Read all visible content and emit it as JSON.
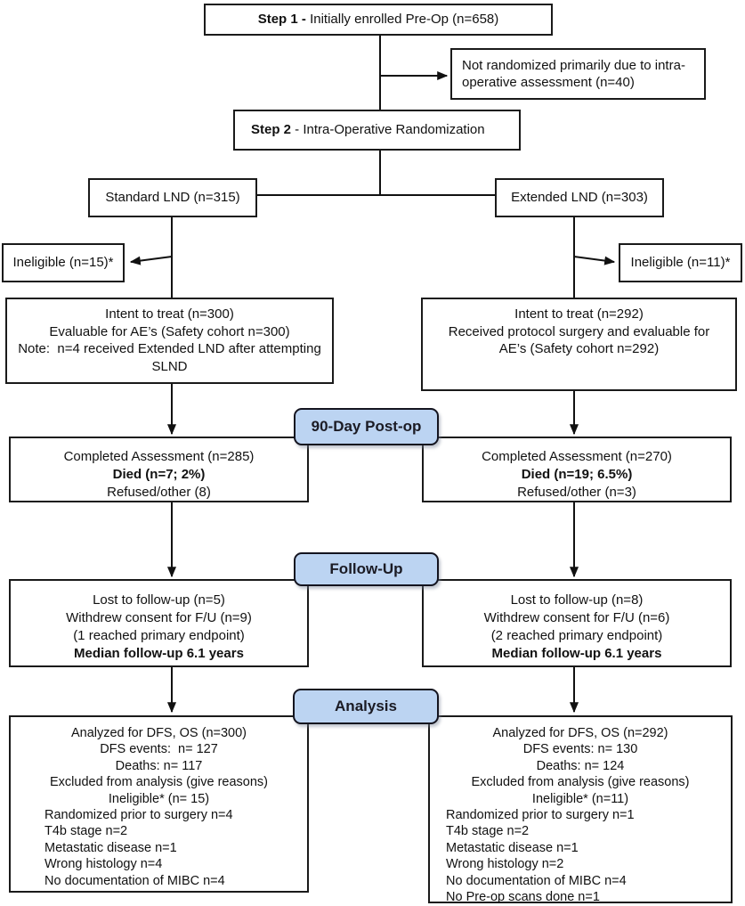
{
  "diagram": {
    "step1": {
      "prefix": "Step 1 - ",
      "label": "Initially enrolled Pre-Op (n=658)"
    },
    "not_randomized": {
      "line1": "Not randomized primarily due to intra-",
      "line2": "operative assessment (n=40)"
    },
    "step2": {
      "prefix": "Step 2",
      "label": " - Intra-Operative Randomization"
    },
    "arms": {
      "standard": "Standard LND (n=315)",
      "extended": "Extended LND (n=303)"
    },
    "ineligible": {
      "left": "Ineligible (n=15)*",
      "right": "Ineligible (n=11)*"
    },
    "intent_left": {
      "line1": "Intent to treat (n=300)",
      "line2": "Evaluable for AE’s (Safety cohort n=300)",
      "line3": "Note:  n=4 received Extended LND after attempting",
      "line4": "SLND"
    },
    "intent_right": {
      "line1": "Intent to treat (n=292)",
      "line2": "Received protocol surgery and evaluable for",
      "line3": "AE’s (Safety cohort n=292)"
    },
    "stages": {
      "postop": "90-Day Post-op",
      "followup": "Follow-Up",
      "analysis": "Analysis"
    },
    "assessment_left": {
      "line1": "Completed Assessment (n=285)",
      "line2": "Died (n=7; 2%)",
      "line3": "Refused/other (8)"
    },
    "assessment_right": {
      "line1": "Completed Assessment (n=270)",
      "line2": "Died (n=19; 6.5%)",
      "line3": "Refused/other (n=3)"
    },
    "followup_left": {
      "line1": "Lost to follow-up (n=5)",
      "line2": "Withdrew consent for F/U (n=9)",
      "line3": "(1 reached primary endpoint)",
      "line4": "Median follow-up 6.1 years"
    },
    "followup_right": {
      "line1": "Lost to follow-up (n=8)",
      "line2": "Withdrew consent for F/U (n=6)",
      "line3": "(2 reached primary endpoint)",
      "line4": "Median follow-up 6.1 years"
    },
    "analysis_left": {
      "centered": [
        "Analyzed for DFS, OS (n=300)",
        "DFS events:  n= 127",
        "Deaths: n= 117",
        "Excluded from analysis (give reasons)",
        "Ineligible* (n= 15)"
      ],
      "reasons": [
        "Randomized prior to surgery n=4",
        "T4b stage n=2",
        "Metastatic disease n=1",
        "Wrong histology n=4",
        "No documentation of MIBC n=4"
      ]
    },
    "analysis_right": {
      "centered": [
        "Analyzed for DFS, OS (n=292)",
        "DFS events: n= 130",
        "Deaths: n= 124",
        "Excluded from analysis (give reasons)",
        "Ineligible* (n=11)"
      ],
      "reasons": [
        "Randomized prior to surgery n=1",
        "T4b stage n=2",
        "Metastatic disease n=1",
        "Wrong histology n=2",
        "No documentation of MIBC n=4",
        "No Pre-op scans done n=1"
      ]
    },
    "colors": {
      "pill_fill": "#bcd4f2",
      "pill_border": "#14141f",
      "box_border": "#1a1a1a",
      "line": "#111111"
    }
  }
}
